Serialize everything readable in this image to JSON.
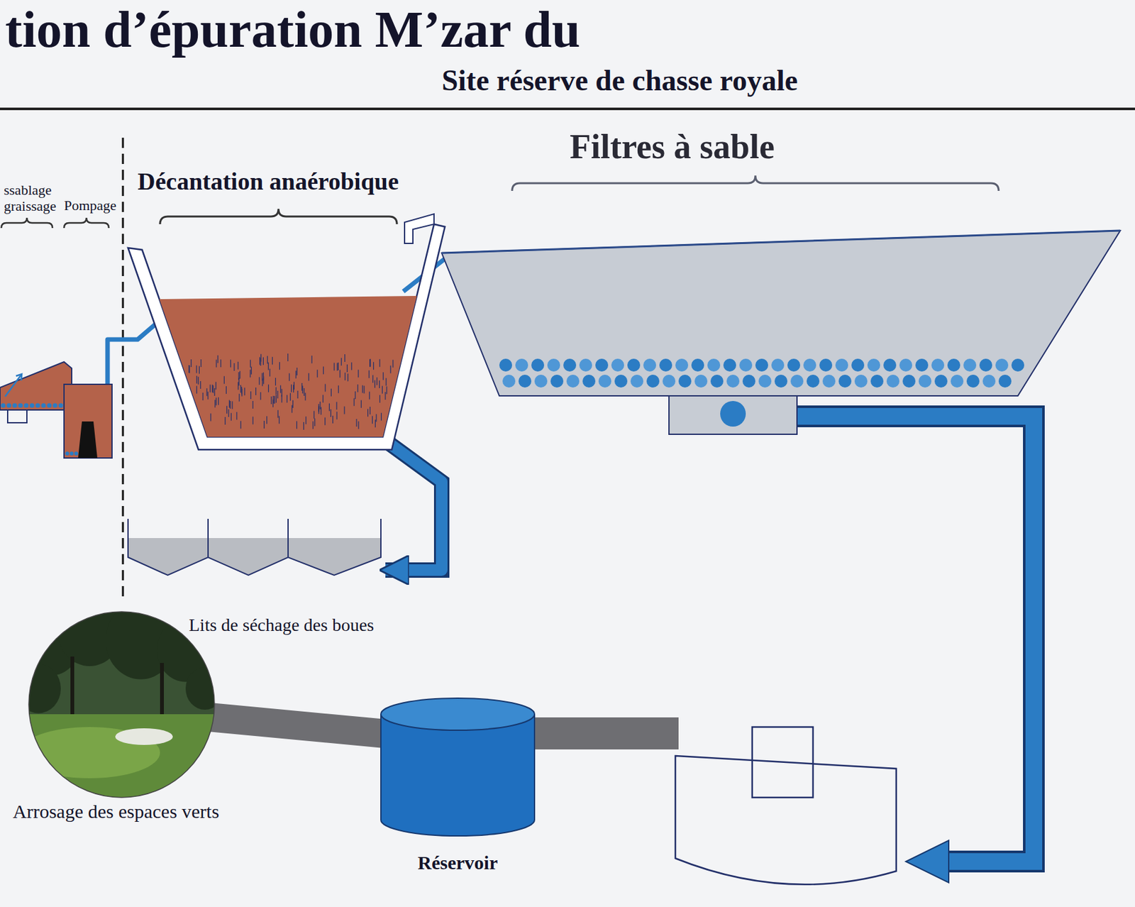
{
  "diagram": {
    "title": "tion d’épuration M’zar du",
    "nodes": [
      {
        "text": [
          "ssablage graissage"
        ]
      },
      {
        "text": [
          "Pompage"
        ]
      },
      {
        "text": [
          "Décantation anaérobique"
        ]
      },
      {
        "text": [
          "Filtres à sable"
        ]
      },
      {
        "text": [
          "Lits de séchage des boues"
        ]
      },
      {
        "text": [
          "Réservoir"
        ]
      },
      {
        "text": [
          "Arrosage des espaces verts"
        ]
      }
    ],
    "edges": [
      {
        "from": 1,
        "to": 2,
        "arrow": "to"
      },
      {
        "from": 2,
        "to": 3,
        "arrow": "to"
      },
      {
        "from": 2,
        "to": 4,
        "arrow": "to"
      },
      {
        "from": 5,
        "to": 6,
        "arrow": "none"
      }
    ],
    "labels": [
      "Site réserve de chasse royale"
    ]
  }
}
